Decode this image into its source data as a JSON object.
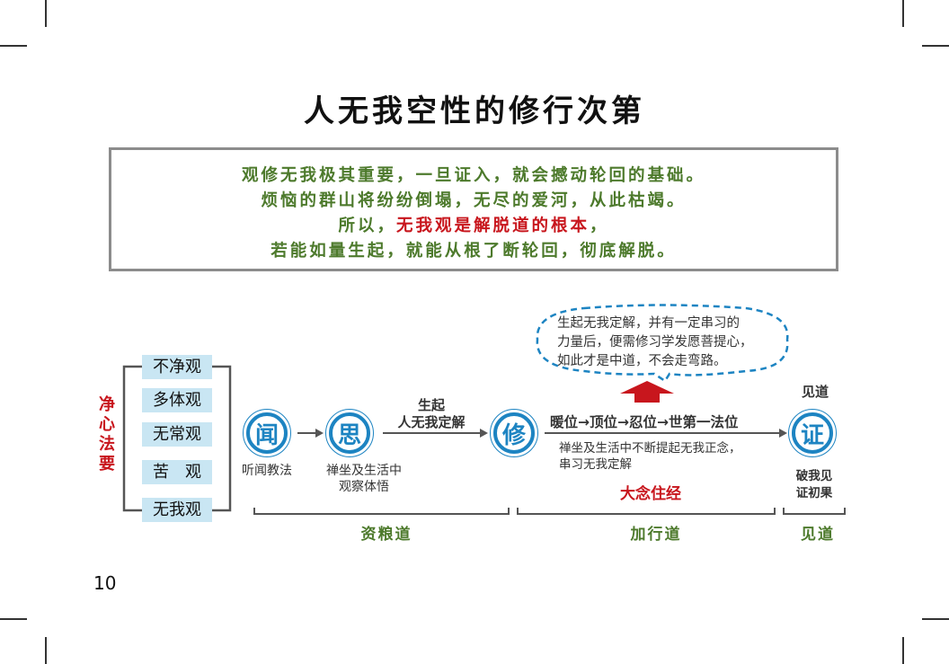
{
  "title": "人无我空性的修行次第",
  "intro": {
    "line1": "观修无我极其重要，一旦证入，就会撼动轮回的基础。",
    "line2": "烦恼的群山将纷纷倒塌，无尽的爱河，从此枯竭。",
    "line3_prefix": "所以，",
    "line3_highlight": "无我观是解脱道的根本",
    "line3_suffix": "，",
    "line4": "若能如量生起，就能从根了断轮回，彻底解脱。"
  },
  "left": {
    "vertical_label": [
      "净",
      "心",
      "法",
      "要"
    ],
    "methods": [
      "不净观",
      "多体观",
      "无常观",
      "苦　观",
      "无我观"
    ]
  },
  "steps": {
    "wen": {
      "char": "闻",
      "caption": "听闻教法"
    },
    "si": {
      "char": "思",
      "caption_line1": "禅坐及生活中",
      "caption_line2": "观察体悟"
    },
    "arrow_label_line1": "生起",
    "arrow_label_line2": "人无我定解",
    "xiu": {
      "char": "修"
    },
    "stages": "暖位→顶位→忍位→世第一法位",
    "practice_line1": "禅坐及生活中不断提起无我正念，",
    "practice_line2": "串习无我定解",
    "dianian": "大念住经",
    "zheng": {
      "char": "证",
      "top_label": "见道",
      "caption_line1": "破我见",
      "caption_line2": "证初果"
    }
  },
  "bubble": {
    "line1": "生起无我定解，并有一定串习的",
    "line2": "力量后，便需修习学发愿菩提心，",
    "line3": "如此才是中道，不会走弯路。"
  },
  "paths": [
    "资粮道",
    "加行道",
    "见道"
  ],
  "page_number": "10",
  "colors": {
    "accent_blue": "#1d84c2",
    "green": "#4d7a2c",
    "red": "#c8161d",
    "method_bg": "#c9e6f3"
  }
}
